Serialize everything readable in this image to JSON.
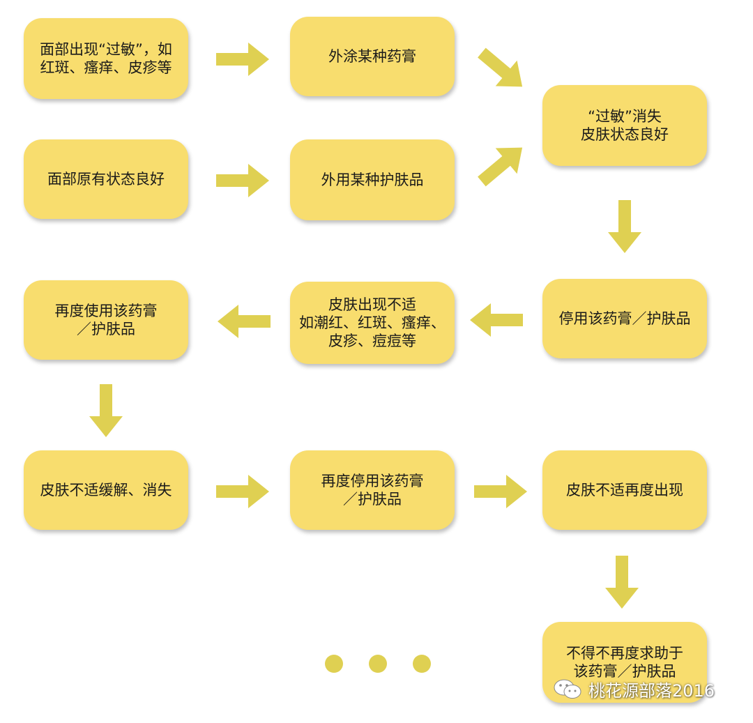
{
  "nodes": {
    "allergy": "面部出现“过敏”，如\n红斑、瘙痒、皮疹等",
    "apply_ointment": "外涂某种药膏",
    "allergy_gone": "“过敏”消失\n皮肤状态良好",
    "skin_good": "面部原有状态良好",
    "apply_skincare": "外用某种护肤品",
    "stop_use": "停用该药膏／护肤品",
    "discomfort": "皮肤出现不适\n如潮红、红斑、瘙痒、\n皮疹、痘痘等",
    "reuse": "再度使用该药膏\n／护肤品",
    "relieved": "皮肤不适缓解、消失",
    "stop_again": "再度停用该药膏\n／护肤品",
    "recur": "皮肤不适再度出现",
    "dependent": "不得不再度求助于\n该药膏／护肤品"
  },
  "continuation_dots": 3,
  "watermark": {
    "text": "桃花源部落2016",
    "icon": "wechat-icon"
  },
  "colors": {
    "box": "#f8dd6e",
    "arrow": "#dfd052",
    "text": "#1a1a1a"
  }
}
